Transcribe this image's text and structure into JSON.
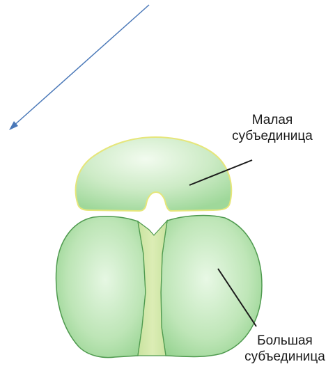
{
  "labels": {
    "small_subunit": [
      "Малая",
      "субъединица"
    ],
    "large_subunit": [
      "Большая",
      "субъединица"
    ]
  },
  "colors": {
    "background": "#ffffff",
    "arrow": "#4a78b8",
    "subunit_fill": "#9fd89a",
    "subunit_highlight": "#e6f7e3",
    "small_subunit_outline": "#e6e67a",
    "large_subunit_outline": "#4f9a4f",
    "channel_fill": "#d3e7a9",
    "pointer_line": "#1a1a1a"
  }
}
